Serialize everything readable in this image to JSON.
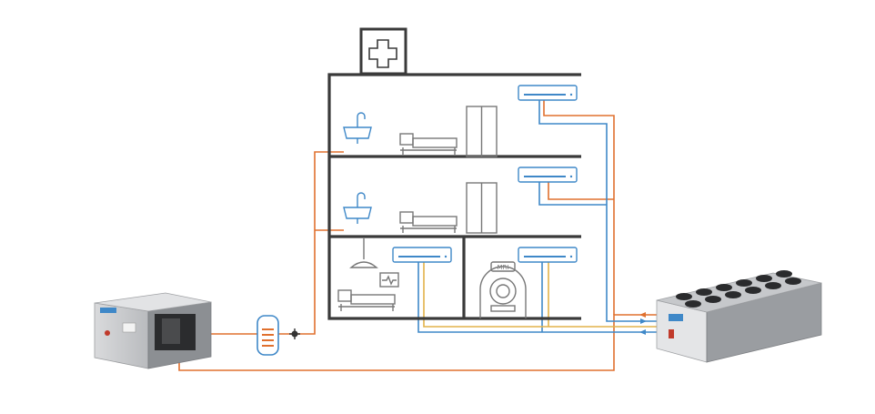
{
  "diagram": {
    "mri_label": "MRI",
    "colors": {
      "building": "#3a3a3a",
      "hot_water": "#e0702e",
      "chilled_supply": "#3f88c8",
      "chilled_return": "#e2b24a",
      "unit_outline": "#3f88c8",
      "fixture": "#777777"
    },
    "icons": [
      "hospital-cross-icon",
      "sink-icon",
      "bed-icon",
      "wardrobe-icon",
      "ceiling-lamp-icon",
      "heart-monitor-icon",
      "mri-scanner-icon",
      "fan-coil-unit-icon",
      "pump-icon",
      "storage-tank-icon",
      "water-heat-pump-unit",
      "air-cooled-chiller-unit"
    ]
  }
}
